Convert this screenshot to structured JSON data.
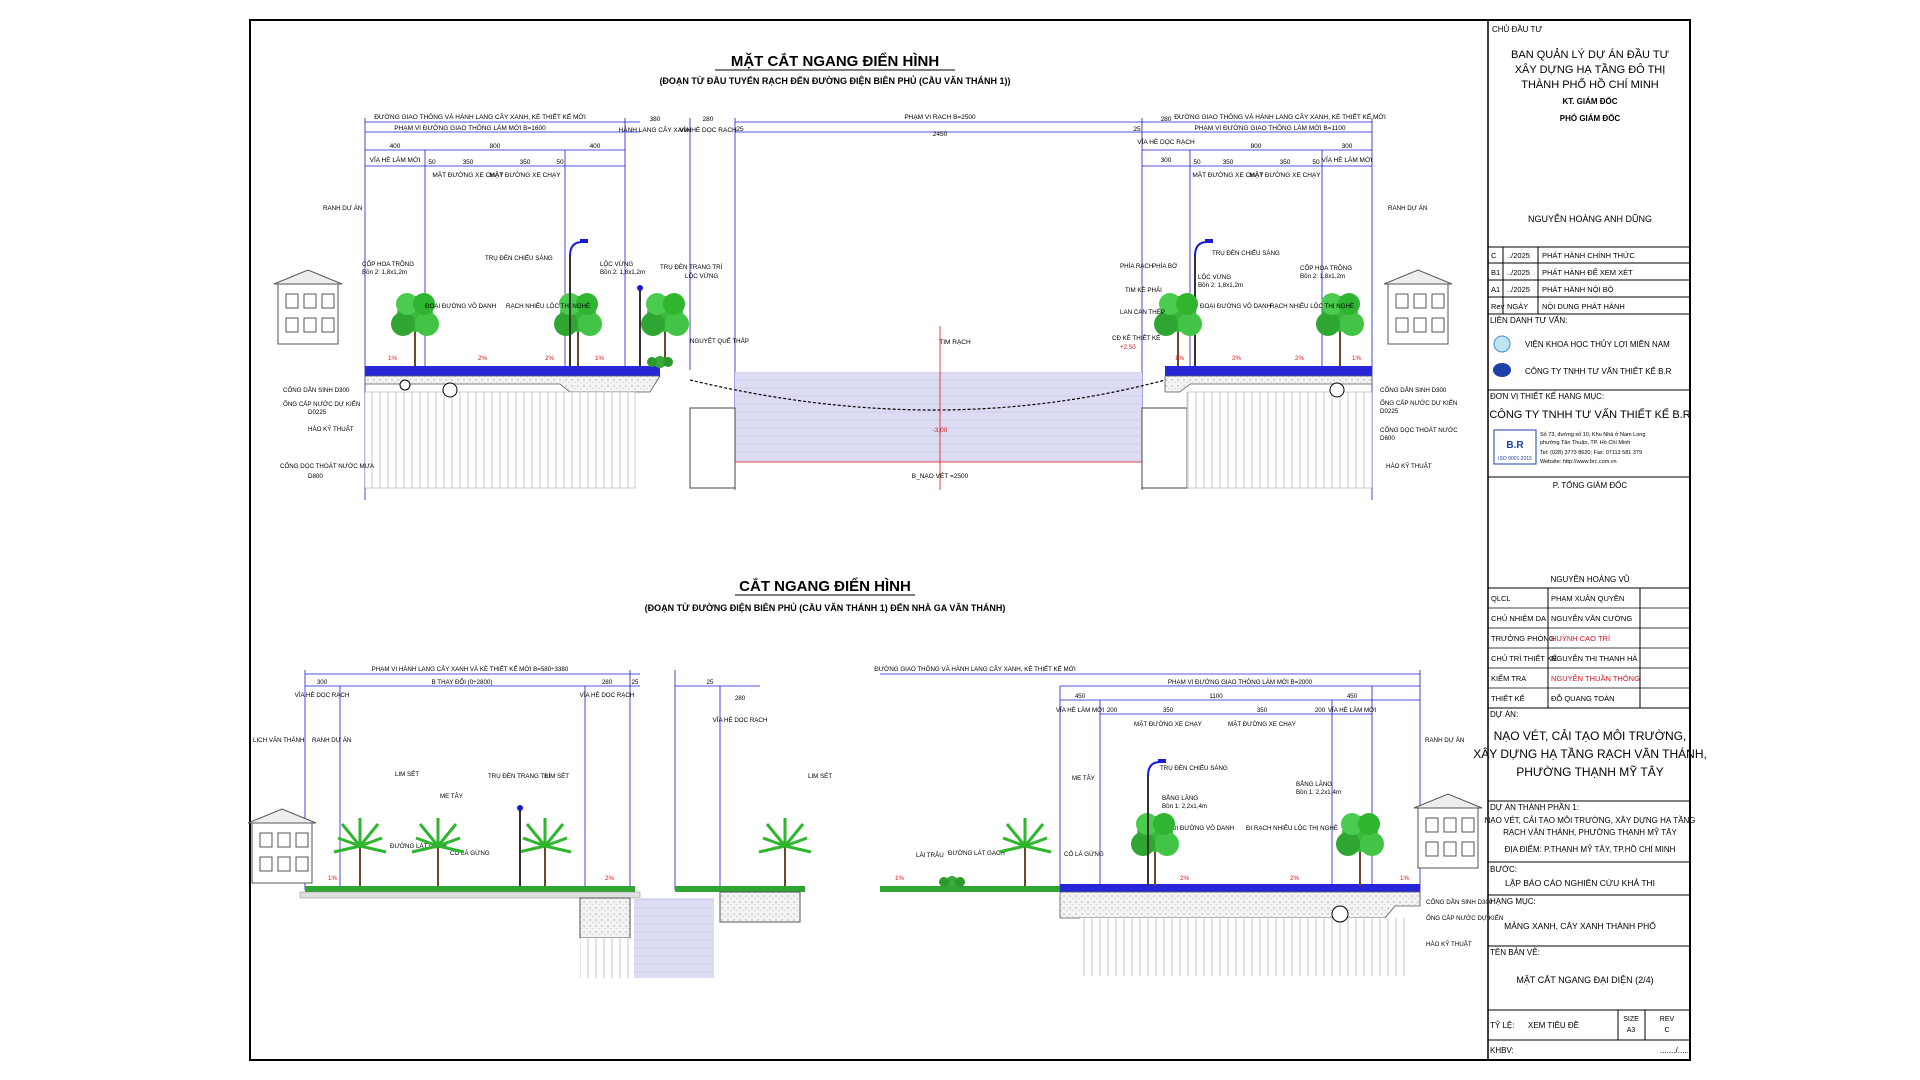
{
  "drawing": {
    "title_1": "MẶT CẮT NGANG ĐIỂN HÌNH",
    "subtitle_1": "(ĐOẠN TỪ ĐẦU TUYẾN RẠCH ĐẾN ĐƯỜNG ĐIỆN BIÊN PHỦ (CẦU VĂN THÁNH 1))",
    "title_2": "CẮT NGANG ĐIỂN HÌNH",
    "subtitle_2": "(ĐOẠN TỪ ĐƯỜNG ĐIỆN BIÊN PHỦ (CẦU VĂN THÁNH 1) ĐẾN NHÀ GA VĂN THÁNH)",
    "s1": {
      "dim_top_left": "ĐƯỜNG GIAO THÔNG VÀ HÀNH LANG CÂY XANH, KÈ THIẾT KẾ MỚI",
      "dim_range_left": "PHẠM VI ĐƯỜNG GIAO THÔNG LÀM MỚI B=1600",
      "dim_380": "380",
      "dim_hanh_lang": "HÀNH LANG CÂY XANH",
      "dim_280a": "280",
      "dim_via_he_rach_a": "VỈA HÈ DỌC RẠCH",
      "dim_25a": "25",
      "dim_canal": "PHẠM VI RẠCH B=2500",
      "dim_2450": "2450",
      "dim_25b": "25",
      "dim_280b": "280",
      "dim_via_he_rach_b": "VỈA HÈ DỌC RẠCH",
      "dim_top_right": "ĐƯỜNG GIAO THÔNG VÀ HÀNH LANG CÂY XANH, KÈ THIẾT KẾ MỚI",
      "dim_range_right": "PHẠM VI ĐƯỜNG GIAO THÔNG LÀM MỚI B=1100",
      "d400a": "400",
      "d800a": "800",
      "d400b": "400",
      "d50a": "50",
      "d350a": "350",
      "d350b": "350",
      "d50b": "50",
      "d300r": "300",
      "d800r": "800",
      "d300r2": "300",
      "d50r": "50",
      "d350r": "350",
      "d350r2": "350",
      "d50r2": "50",
      "via_he_moi_l": "VỈA HÈ LÀM MỚI",
      "mat_duong_1": "MẶT ĐƯỜNG XE CHẠY",
      "mat_duong_2": "MẶT ĐƯỜNG XE CHẠY",
      "via_he_moi_r": "VỈA HÈ LÀM MỚI",
      "mat_duong_3": "MẶT ĐƯỜNG XE CHẠY",
      "mat_duong_4": "MẶT ĐƯỜNG XE CHẠY",
      "ranh_du_an_l": "RANH DỰ ÁN",
      "ranh_du_an_r": "RANH DỰ ÁN",
      "tru_den_l": "TRỤ ĐÈN CHIẾU SÁNG",
      "tru_den_r": "TRỤ ĐÈN CHIẾU SÁNG",
      "cop_hoa_l": "CỐP HOA TRỒNG",
      "cop_hoa_l2": "Bồn 2: 1,8x1,2m",
      "loc_vung_l": "LỘC VỪNG",
      "loc_vung_l2": "Bồn 2: 1,8x1,2m",
      "tru_den_trang_tri": "TRỤ ĐÈN TRANG TRÍ",
      "loc_vung_c": "LỘC VỪNG",
      "tim_rach": "TIM RẠCH",
      "nguyet_que": "NGUYỆT QUẾ THẤP",
      "doi_duong": "ĐOẠI ĐƯỜNG VÔ DANH",
      "rach_nhieu_loc": "RẠCH NHIÊU LỘC THỊ NGHÈ",
      "phia_rach": "PHÍA RẠCH",
      "phia_bo": "PHÍA BỜ",
      "tim_ke_phai": "TIM KÈ PHẢI",
      "lan_can": "LAN CAN THÉP",
      "cd_ke": "CĐ KÈ THIẾT KẾ",
      "cd_val": "+2,50",
      "loc_vung_r": "LỘC VỪNG",
      "loc_vung_r2": "Bồn 2: 1,8x1,2m",
      "cop_hoa_r": "CỐP HOA TRỒNG",
      "cop_hoa_r2": "Bồn 2: 1,8x1,2m",
      "doi_duong_r": "ĐOẠI ĐƯỜNG VÔ DANH",
      "rach_nhieu_loc_r": "RẠCH NHIÊU LỘC THỊ NGHÈ",
      "slope_1": "1%",
      "slope_2": "2%",
      "slope_3": "2%",
      "slope_4": "1%",
      "slope_5": "1%",
      "slope_6": "2%",
      "slope_7": "2%",
      "slope_8": "1%",
      "cong_dan_l": "CỐNG DẪN SINH D300",
      "ong_cap_l": "ỐNG CẤP NƯỚC DỰ KIẾN",
      "ong_cap_l2": "D0225",
      "hao_ky_thuat_l": "HÀO KỸ THUẬT",
      "cong_doc_l": "CỐNG DỌC THOÁT NƯỚC MƯA",
      "cong_doc_l2": "D800",
      "cong_dan_r": "CỐNG DẪN SINH D300",
      "ong_cap_r": "ỐNG CẤP NƯỚC DỰ KIẾN",
      "ong_cap_r2": "D0225",
      "cong_doc_r": "CỐNG DỌC THOÁT NƯỚC",
      "cong_doc_r2": "D600",
      "hao_ky_thuat_r": "HÀO KỸ THUẬT",
      "b_nao_vet": "B_NẠO VÉT =2500",
      "depth": "-3,00"
    },
    "s2": {
      "dim_range_l": "PHẠM VI HÀNH LANG CÂY XANH VÀ KÈ THIẾT KẾ MỚI B=580÷3380",
      "d300": "300",
      "d_var": "B THAY ĐỔI (0÷2800)",
      "d280": "280",
      "d25": "25",
      "via_he_rach_l": "VỈA HÈ DỌC RẠCH",
      "via_he_rach_l2": "VỈA HÈ DỌC RẠCH",
      "lich_van_thanh": "LỊCH VĂN THÁNH",
      "ranh_du_an": "RANH DỰ ÁN",
      "lim_set_1": "LIM SÉT",
      "me_tay_1": "ME TÂY",
      "tru_den_tt": "TRỤ ĐÈN TRANG TRÍ",
      "lim_set_2": "LIM SÉT",
      "duong_lat_gach": "ĐƯỜNG LÁT GẠCH",
      "co_la_gung": "CỎ LÁ GỪNG",
      "d25_c": "25",
      "d280_c": "280",
      "via_he_rach_c": "VỈA HÈ DỌC RẠCH",
      "lim_set_3": "LIM SÉT",
      "dim_top_r": "ĐƯỜNG GIAO THÔNG VÀ HÀNH LANG CÂY XANH, KÈ THIẾT KẾ MỚI",
      "dim_range_r": "PHẠM VI ĐƯỜNG GIAO THÔNG LÀM MỚI B=2000",
      "d450a": "450",
      "d1100": "1100",
      "d450b": "450",
      "d200a": "200",
      "d350a": "350",
      "d350b": "350",
      "d200b": "200",
      "via_he_moi_a": "VỈA HÈ LÀM MỚI",
      "via_he_moi_b": "VỈA HÈ LÀM MỚI",
      "mat_duong_a": "MẶT ĐƯỜNG XE CHẠY",
      "mat_duong_b": "MẶT ĐƯỜNG XE CHẠY",
      "ranh_du_an_r": "RANH DỰ ÁN",
      "tru_den_cs": "TRỤ ĐÈN CHIẾU SÁNG",
      "bang_lang_1": "BẰNG LĂNG",
      "bang_lang_1b": "Bồn 1: 2,2x1,4m",
      "bang_lang_2": "BẰNG LĂNG",
      "bang_lang_2b": "Bồn 1: 2,2x1,4m",
      "me_tay_2": "ME TÂY",
      "lai_trau": "LÀI TRÂU",
      "duong_lat_gach_2": "ĐƯỜNG LÁT GẠCH",
      "co_la_gung_2": "CỎ LÁ GỪNG",
      "di_duong": "ĐI ĐƯỜNG VÔ DANH",
      "di_rach": "ĐI RẠCH NHIÊU LỘC THỊ NGHÈ",
      "slope_1": "1%",
      "slope_2": "2%",
      "slope_3": "1%",
      "slope_4": "2%",
      "slope_5": "2%",
      "slope_6": "1%",
      "cong_dan": "CỐNG DẪN SINH D300",
      "ong_cap": "ỐNG CẤP NƯỚC DỰ KIẾN",
      "hao_ky_thuat": "HÀO KỸ THUẬT"
    }
  },
  "title_block": {
    "chu_dau_tu_label": "CHỦ ĐẦU TƯ",
    "owner_1": "BAN QUẢN LÝ DỰ ÁN ĐẦU TƯ",
    "owner_2": "XÂY DỰNG HẠ TẦNG ĐÔ THỊ",
    "owner_3": "THÀNH PHỐ HỒ CHÍ MINH",
    "kt_giam_doc": "KT. GIÁM ĐỐC",
    "pho_giam_doc": "PHÓ GIÁM ĐỐC",
    "owner_signer": "NGUYỄN HOÀNG ANH DŨNG",
    "revisions": [
      {
        "rev": "C",
        "date": "../2025",
        "desc": "PHÁT HÀNH CHÍNH THỨC"
      },
      {
        "rev": "B1",
        "date": "../2025",
        "desc": "PHÁT HÀNH ĐỂ XEM XÉT"
      },
      {
        "rev": "A1",
        "date": "../2025",
        "desc": "PHÁT HÀNH NỘI BỘ"
      },
      {
        "rev": "Rev",
        "date": "NGÀY",
        "desc": "NỘI DUNG PHÁT HÀNH"
      }
    ],
    "lien_danh_label": "LIÊN DANH TƯ VẤN:",
    "consultant_1": "VIỆN KHOA HỌC THỦY LỢI MIỀN NAM",
    "consultant_2": "CÔNG TY TNHH TƯ VẤN THIẾT KẾ B.R",
    "don_vi_label": "ĐƠN VỊ THIẾT KẾ HẠNG MỤC:",
    "company": "CÔNG TY TNHH TƯ VẤN THIẾT KẾ B.R",
    "logo_text": "B.R",
    "iso": "ISO 9001:2015",
    "addr_1": "Số 73, đường số 10, Khu Nhà ở Nam Long",
    "addr_2": "phường Tân Thuận, TP. Hồ Chí Minh",
    "addr_3": "Tel: (028) 3773 8620; Fax: 07113 581 379",
    "addr_4": "Website: http://www.brc.com.vn",
    "p_tong_giam_doc": "P. TỔNG GIÁM ĐỐC",
    "company_signer": "NGUYỄN HOÀNG VŨ",
    "staff": [
      {
        "role": "QLCL",
        "name": "PHẠM XUÂN QUYỀN",
        "color": "#000000"
      },
      {
        "role": "CHỦ NHIỆM DA",
        "name": "NGUYỄN VĂN CƯỜNG",
        "color": "#000000"
      },
      {
        "role": "TRƯỞNG PHÒNG",
        "name": "HUỲNH CAO TRÍ",
        "color": "#d4141e"
      },
      {
        "role": "CHỦ TRÌ THIẾT KẾ",
        "name": "NGUYỄN THỊ THANH HÀ",
        "color": "#000000"
      },
      {
        "role": "KIỂM TRA",
        "name": "NGUYỄN THUẦN THÔNG",
        "color": "#d4141e"
      },
      {
        "role": "THIẾT KẾ",
        "name": "ĐỖ QUANG TOÀN",
        "color": "#000000"
      }
    ],
    "du_an_label": "DỰ ÁN:",
    "project_1": "NẠO VÉT, CẢI TẠO MÔI TRƯỜNG,",
    "project_2": "XÂY DỰNG HẠ TẦNG RẠCH VĂN THÁNH,",
    "project_3": "PHƯỜNG THẠNH MỸ TÂY",
    "thanh_phan_label": "DỰ ÁN THÀNH PHẦN 1:",
    "component_1": "NẠO VÉT, CẢI TẠO MÔI TRƯỜNG, XÂY DỰNG HẠ TẦNG",
    "component_2": "RẠCH VĂN THÁNH, PHƯỜNG THẠNH MỸ TÂY",
    "location": "ĐỊA ĐIỂM: P.THẠNH MỸ TÂY, TP.HỒ CHÍ MINH",
    "buoc_label": "BƯỚC:",
    "stage": "LẬP BÁO CÁO NGHIÊN CỨU KHẢ THI",
    "hang_muc_label": "HẠNG MỤC:",
    "category": "MẢNG XANH, CÂY XANH THÀNH PHỐ",
    "ten_ban_ve_label": "TÊN BẢN VẼ:",
    "drawing_name": "MẶT CẮT NGANG ĐẠI DIỆN (2/4)",
    "ty_le_label": "TỶ LỆ:",
    "ty_le_value": "XEM TIÊU ĐỀ",
    "size_label": "SIZE",
    "size_value": "A3",
    "rev_label": "REV",
    "rev_value": "C",
    "khbv_label": "KHBV:",
    "khbv_value": "......./......"
  },
  "colors": {
    "dim_blue": "#1b1bd6",
    "red": "#e0141e",
    "tree_green": "#2fb52f",
    "water": "#d8d8ef",
    "pavement": "#2727d8"
  }
}
